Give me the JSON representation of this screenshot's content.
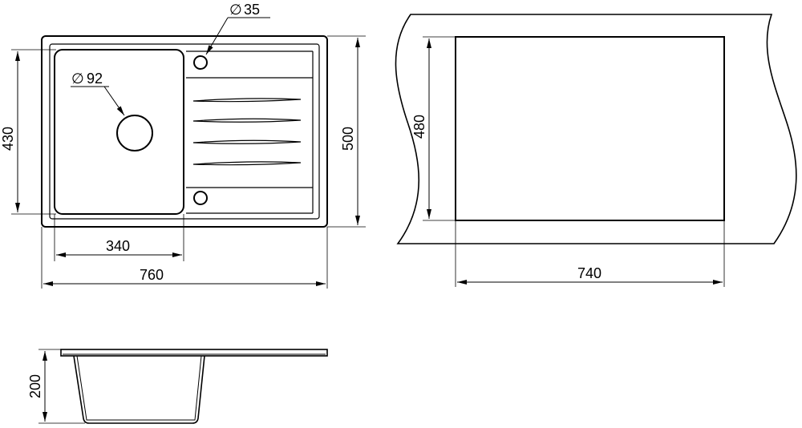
{
  "drawing": {
    "dimensions": {
      "hole_diameter": "35",
      "drain_diameter": "92",
      "bowl_height": "430",
      "sink_height": "500",
      "bowl_width": "340",
      "sink_width": "760",
      "cutout_height": "480",
      "cutout_width": "740",
      "depth": "200"
    },
    "diameter_symbol": "∅"
  }
}
